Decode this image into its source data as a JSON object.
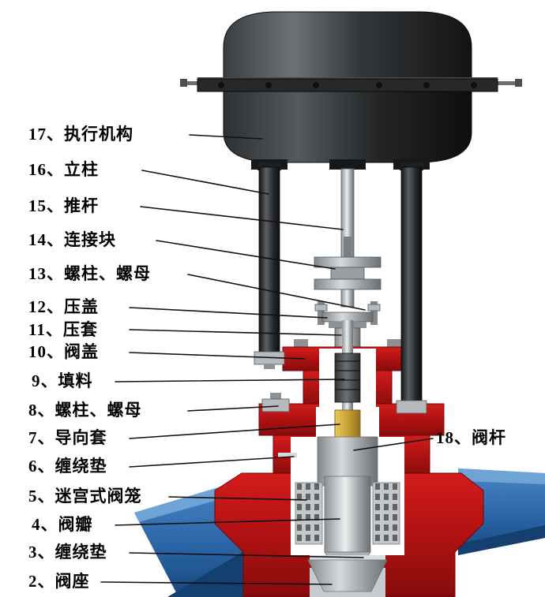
{
  "diagram": {
    "labels": [
      {
        "text": "17、执行机构"
      },
      {
        "text": "16、立柱"
      },
      {
        "text": "15、推杆"
      },
      {
        "text": "14、连接块"
      },
      {
        "text": "13、螺柱、螺母"
      },
      {
        "text": "12、压盖"
      },
      {
        "text": "11、压套"
      },
      {
        "text": "10、阀盖"
      },
      {
        "text": "9、填料"
      },
      {
        "text": "8、螺柱、螺母"
      },
      {
        "text": "7、导向套"
      },
      {
        "text": "6、缠绕垫"
      },
      {
        "text": "5、迷宫式阀笼"
      },
      {
        "text": "4、阀瓣"
      },
      {
        "text": "3、缠绕垫"
      },
      {
        "text": "2、阀座"
      },
      {
        "text": "18、阀杆"
      }
    ],
    "colors": {
      "background": "#ffffff",
      "label_text": "#000000",
      "leader_line": "#111111",
      "body_red": "#b31212",
      "pipe_blue": "#2e6db3",
      "guide_gold": "#c9a132",
      "actuator_dark": "#2b2d2f",
      "steel_light": "#c9ccce"
    }
  }
}
